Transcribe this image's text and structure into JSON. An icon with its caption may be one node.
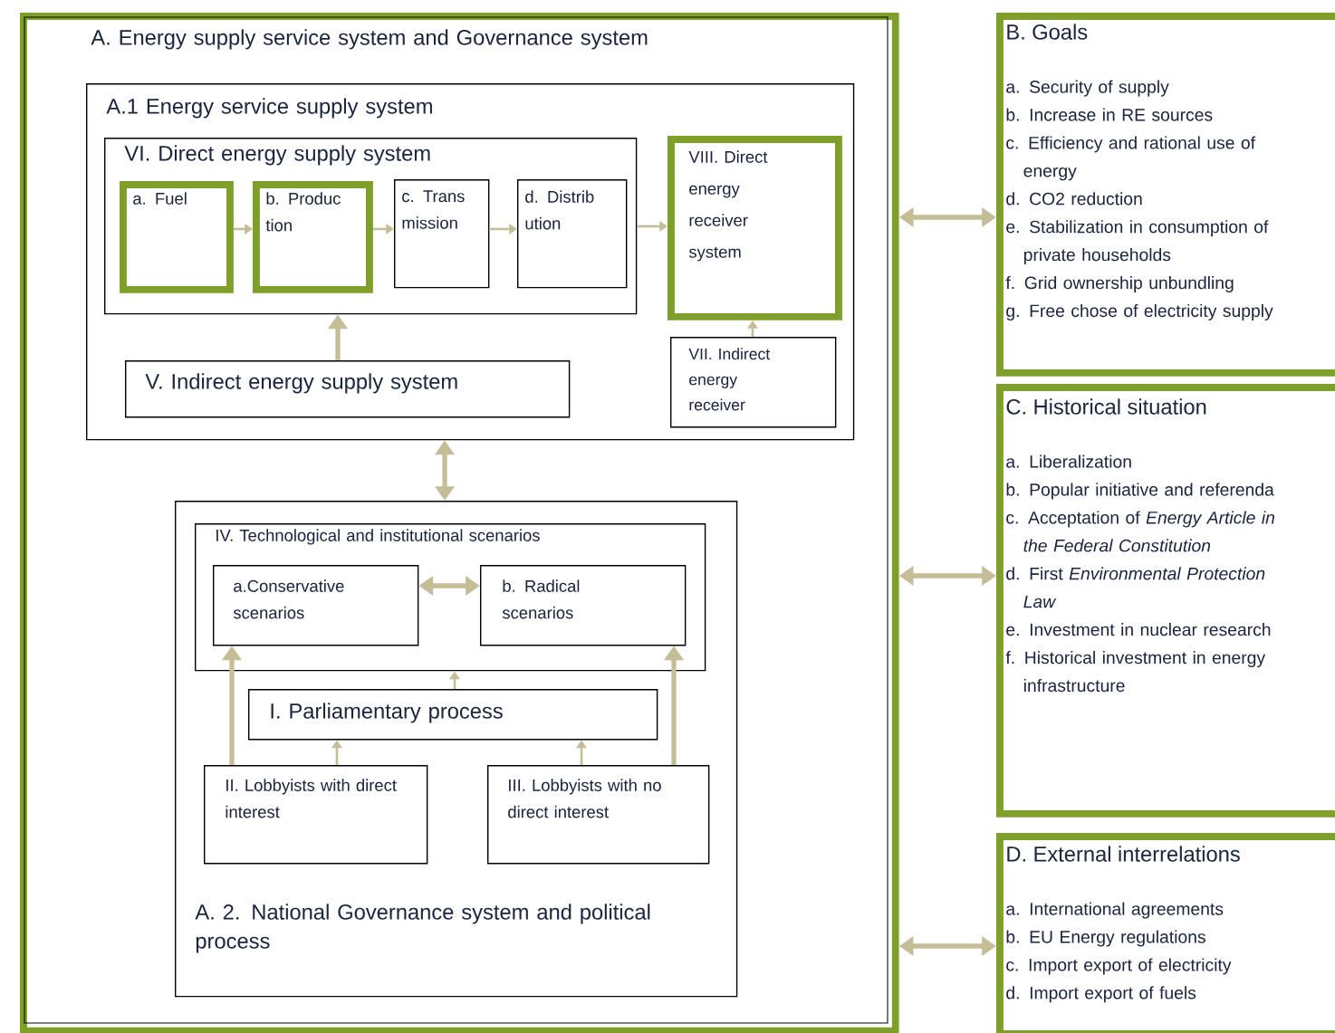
{
  "diagram": {
    "nodes": [
      {
        "text": [
          "A. Energy supply service system and Governance system"
        ]
      },
      {
        "text": [
          "A.1 Energy service supply system"
        ],
        "in": 0
      },
      {
        "text": [
          "VI. Direct energy supply system"
        ],
        "in": 1
      },
      {
        "text": [
          "a. Fuel"
        ],
        "in": 2
      },
      {
        "text": [
          "b. Produc tion"
        ],
        "in": 2
      },
      {
        "text": [
          "c. Trans mission"
        ],
        "in": 2
      },
      {
        "text": [
          "d. Distrib ution"
        ],
        "in": 2
      },
      {
        "text": [
          "VIII. Direct energy receiver system"
        ],
        "in": 1
      },
      {
        "text": [
          "V. Indirect energy supply system"
        ],
        "in": 1
      },
      {
        "text": [
          "VII. Indirect energy receiver"
        ],
        "in": 1
      },
      {
        "text": [
          "A. 2. National Governance system and political process"
        ],
        "in": 0
      },
      {
        "text": [
          "IV. Technological and institutional scenarios"
        ],
        "in": 10
      },
      {
        "text": [
          "a.Conservative scenarios"
        ],
        "in": 11
      },
      {
        "text": [
          "b. Radical scenarios"
        ],
        "in": 11
      },
      {
        "text": [
          "I. Parliamentary process"
        ],
        "in": 10
      },
      {
        "text": [
          "II. Lobbyists with direct interest"
        ],
        "in": 10
      },
      {
        "text": [
          "III. Lobbyists with no direct interest"
        ],
        "in": 10
      },
      {
        "text": [
          "B. Goals",
          "a. Security of supply",
          "b. Increase in RE sources",
          "c. Efficiency and rational use of energy",
          "d. CO2 reduction",
          "e. Stabilization in consumption of private households",
          "f. Grid ownership unbundling",
          "g. Free chose of electricity supply"
        ]
      },
      {
        "text": [
          "C. Historical situation",
          "a. Liberalization",
          "b. Popular initiative and referenda",
          "c. Acceptation of *Energy Article in the Federal Constitution*",
          "d. First *Environmental Protection Law*",
          "e. Investment in nuclear research",
          "f. Historical investment in energy infrastructure"
        ]
      },
      {
        "text": [
          "D. External interrelations",
          "a. International agreements",
          "b. EU Energy regulations",
          "c. Import export of electricity",
          "d. Import export of fuels"
        ]
      }
    ],
    "edges": [
      {
        "from": 3,
        "to": 4,
        "arrow": "to"
      },
      {
        "from": 4,
        "to": 5,
        "arrow": "to"
      },
      {
        "from": 5,
        "to": 6,
        "arrow": "to"
      },
      {
        "from": 2,
        "to": 7,
        "arrow": "to"
      },
      {
        "from": 8,
        "to": 2,
        "arrow": "to",
        "style": "thick"
      },
      {
        "from": 9,
        "to": 7,
        "arrow": "to"
      },
      {
        "from": 1,
        "to": 10,
        "arrow": "both",
        "style": "thick"
      },
      {
        "from": 12,
        "to": 13,
        "arrow": "both",
        "style": "thick"
      },
      {
        "from": 14,
        "to": 11,
        "arrow": "to"
      },
      {
        "from": 15,
        "to": 14,
        "arrow": "to"
      },
      {
        "from": 16,
        "to": 14,
        "arrow": "to"
      },
      {
        "from": 15,
        "to": 12,
        "arrow": "to",
        "style": "thick"
      },
      {
        "from": 16,
        "to": 13,
        "arrow": "to",
        "style": "thick"
      },
      {
        "from": 0,
        "to": 17,
        "arrow": "both",
        "style": "thick"
      },
      {
        "from": 0,
        "to": 18,
        "arrow": "both",
        "style": "thick"
      },
      {
        "from": 0,
        "to": 19,
        "arrow": "both",
        "style": "thick"
      }
    ]
  }
}
